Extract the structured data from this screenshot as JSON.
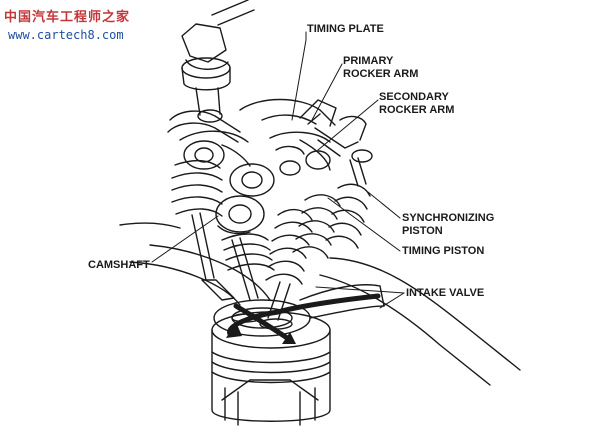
{
  "watermark": {
    "title": "中国汽车工程师之家",
    "url": "www.cartech8.com",
    "title_color": "#c5363a",
    "url_color": "#1e4fa3"
  },
  "labels": {
    "timing_plate": "TIMING PLATE",
    "primary_rocker_arm": [
      "PRIMARY",
      "ROCKER ARM"
    ],
    "secondary_rocker_arm": [
      "SECONDARY",
      "ROCKER ARM"
    ],
    "synchronizing_piston": [
      "SYNCHRONIZING",
      "PISTON"
    ],
    "timing_piston": "TIMING PISTON",
    "camshaft": "CAMSHAFT",
    "intake_valve": "INTAKE VALVE"
  },
  "colors": {
    "ink": "#1a1a1a",
    "paper": "#ffffff"
  }
}
